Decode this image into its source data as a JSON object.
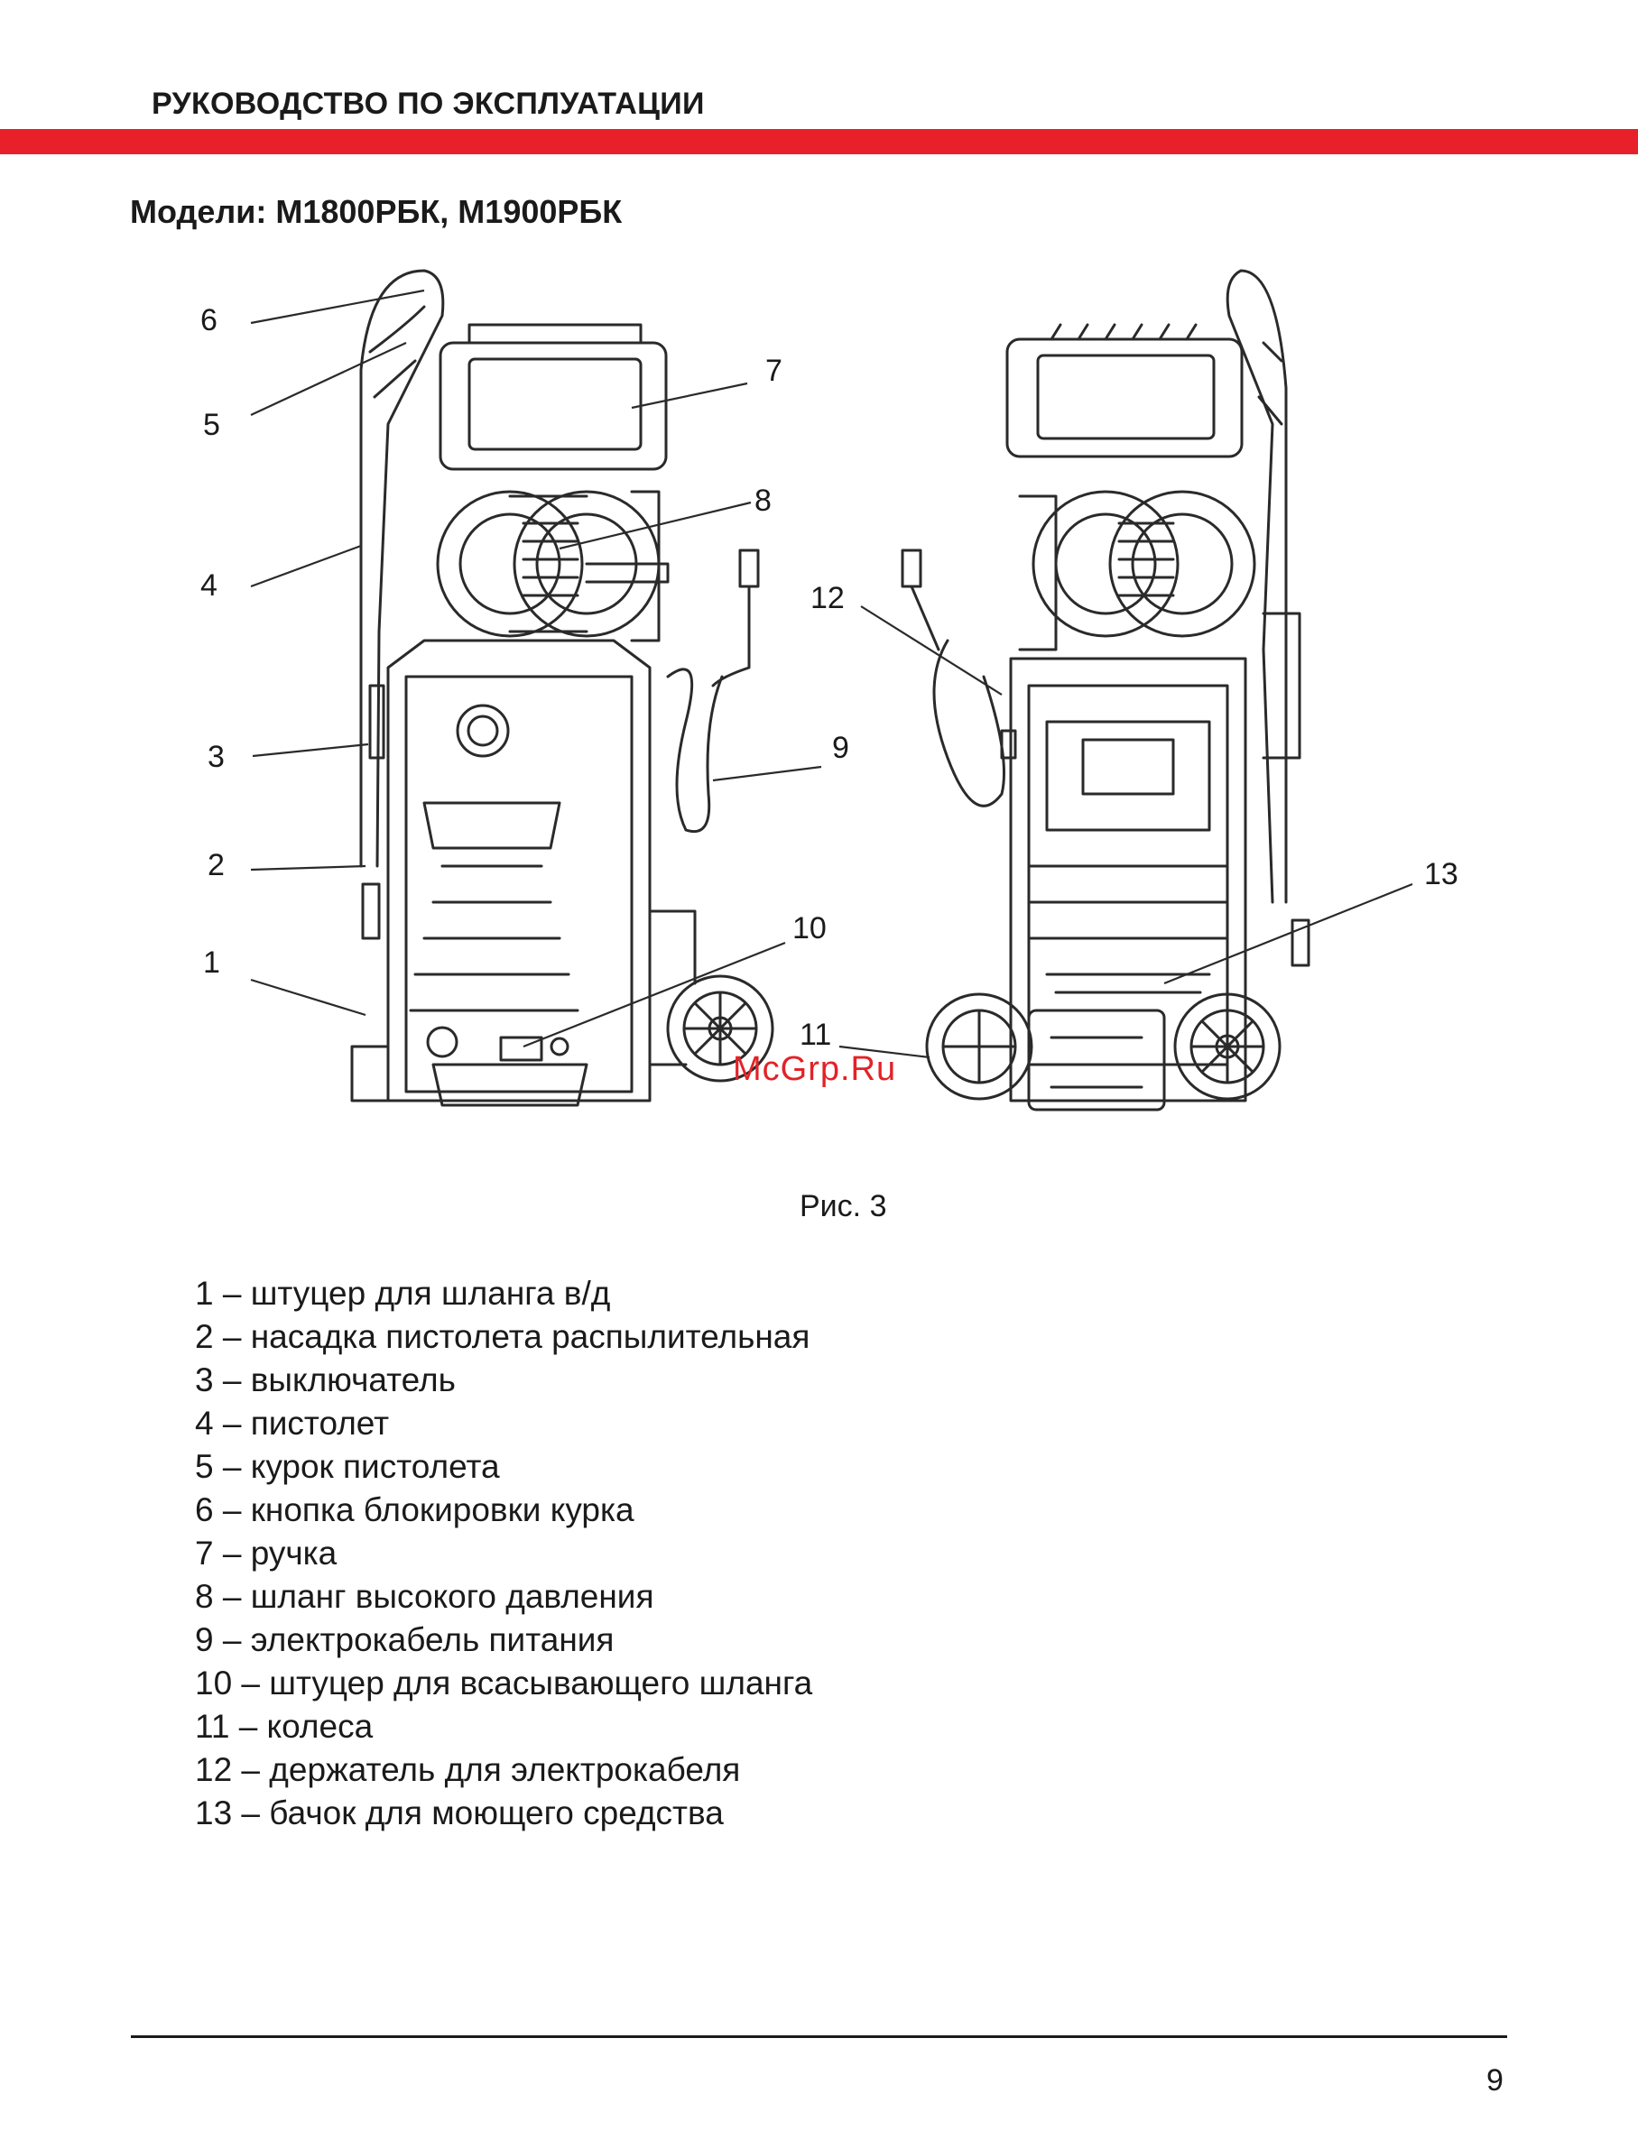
{
  "header": {
    "title": "РУКОВОДСТВО ПО ЭКСПЛУАТАЦИИ",
    "accent_color": "#e8202a"
  },
  "models_title": "Модели: М1800РБК, М1900РБК",
  "figure": {
    "callouts": [
      "6",
      "5",
      "7",
      "8",
      "4",
      "12",
      "3",
      "9",
      "2",
      "13",
      "1",
      "10",
      "11"
    ],
    "watermark": "McGrp.Ru",
    "watermark_color": "#e32227",
    "caption": "Рис. 3"
  },
  "legend": [
    "1 – штуцер для шланга в/д",
    "2 – насадка пистолета распылительная",
    "3 – выключатель",
    "4 – пистолет",
    "5 – курок пистолета",
    "6 – кнопка блокировки курка",
    "7 – ручка",
    "8 – шланг высокого давления",
    "9 – электрокабель питания",
    "10 – штуцер для всасывающего шланга",
    "11 – колеса",
    "12 – держатель для электрокабеля",
    "13 – бачок для моющего средства"
  ],
  "footer": {
    "page_number": "9"
  }
}
